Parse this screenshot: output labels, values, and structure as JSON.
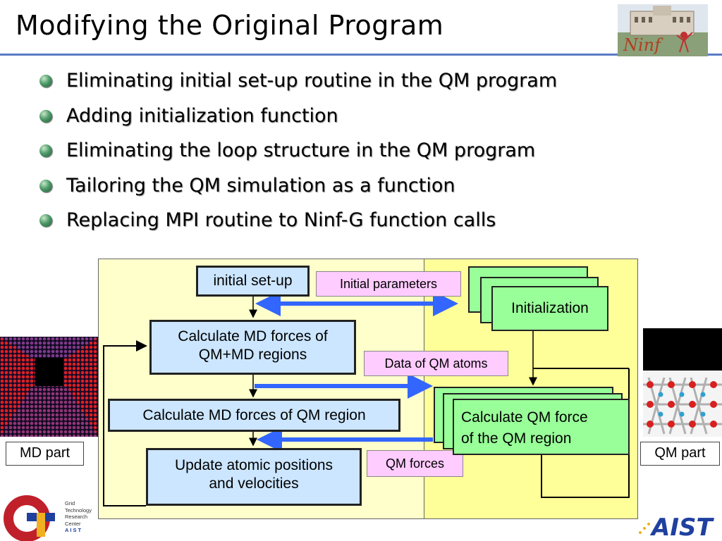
{
  "slide": {
    "title": "Modifying the Original Program",
    "bullets": [
      "Eliminating initial set-up routine in the QM program",
      "Adding initialization function",
      "Eliminating the loop structure in the QM program",
      "Tailoring the QM simulation as a function",
      "Replacing MPI routine to Ninf-G function calls"
    ]
  },
  "diagram": {
    "initial_setup": "initial set-up",
    "calc_md_line1": "Calculate MD forces of",
    "calc_md_line2": "QM+MD regions",
    "calc_md_qm": "Calculate MD forces of QM region",
    "update_line1": "Update atomic positions",
    "update_line2": "and velocities",
    "initialization": "Initialization",
    "calc_qm_line1": "Calculate QM force",
    "calc_qm_line2": "of the QM region",
    "initial_parameters": "Initial parameters",
    "data_qm_atoms": "Data of QM atoms",
    "qm_forces": "QM forces"
  },
  "side_labels": {
    "md_part": "MD part",
    "qm_part": "QM part"
  },
  "logos": {
    "ninf": "Ninf",
    "grc_lines": [
      "Grid",
      "Technology",
      "Research",
      "Center",
      "AIST"
    ],
    "aist": "AIST"
  },
  "colors": {
    "title_rule": "#5a7cc6",
    "panel_md": "#ffffcc",
    "panel_qm": "#ffff99",
    "box_blue": "#cce6ff",
    "box_green": "#99ff99",
    "box_pink": "#ffccff",
    "arrow": "#3366ff"
  }
}
